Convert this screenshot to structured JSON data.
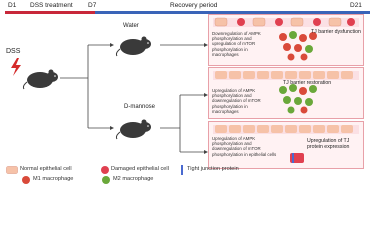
{
  "timeline": {
    "d1": "D1",
    "dss_treatment": "DSS treatment",
    "d7": "D7",
    "recovery_period": "Recovery period",
    "d21": "D21"
  },
  "groups": {
    "dss": "DSS",
    "water": "Water",
    "dmannose": "D-mannose"
  },
  "panels": [
    {
      "text": "Downregulation of AMPK phosphorylation and upregulation of mTOR phosphorylation in macrophages",
      "outcome": "TJ barrier dysfunction"
    },
    {
      "text": "Upregulation of AMPK phosphorylation and downregulation of mTOR phosphorylation in macrophages",
      "outcome": "TJ barrier restoration"
    },
    {
      "text": "Upregulation of AMPK phosphorylation and downregulation of mTOR phosphorylation in epithelial cells",
      "outcome": "Upregulation of TJ protein expression"
    }
  ],
  "legend": {
    "normal": "Normal epithelial cell",
    "damaged": "Damaged epithelial cell",
    "tj": "Tight junction protein",
    "m1": "M1 macrophage",
    "m2": "M2 macrophage"
  },
  "colors": {
    "timeline_red": "#c8283a",
    "timeline_blue": "#3a64b8",
    "panel_border": "#e8a0a8",
    "normal_cell": "#f6c2a8",
    "damaged_cell": "#e04050",
    "m1": "#d94a3a",
    "m2": "#6aa83a",
    "tj": "#4a6ad0"
  }
}
